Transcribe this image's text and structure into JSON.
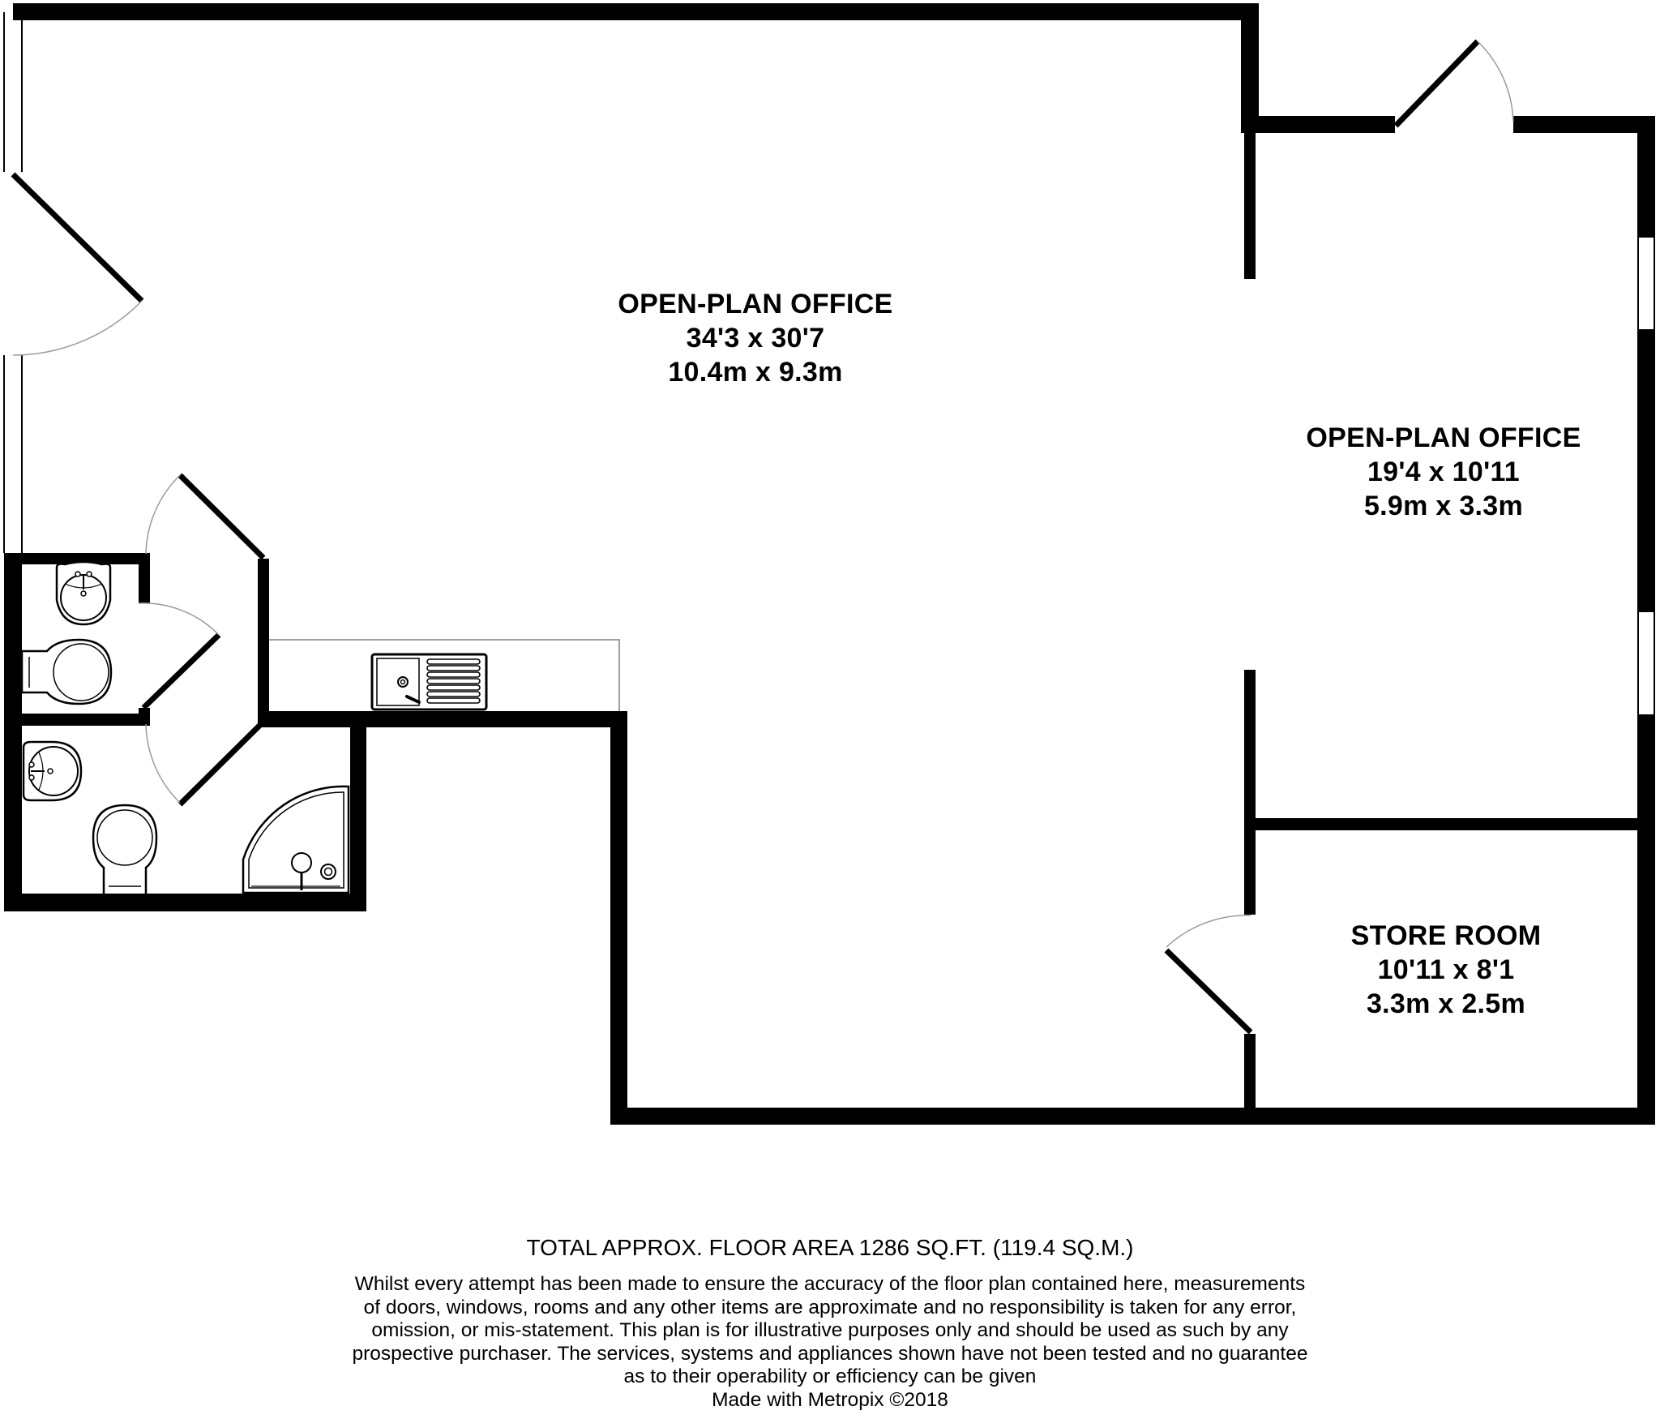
{
  "plan": {
    "title": "Floor plan",
    "colors": {
      "wall": "#000000",
      "background": "#ffffff",
      "door_arc": "#9a9a9a",
      "counter_line": "#a0a0a0"
    }
  },
  "rooms": [
    {
      "id": "open-plan-office-main",
      "name": "OPEN-PLAN OFFICE",
      "imperial": "34'3 x 30'7",
      "metric": "10.4m x 9.3m"
    },
    {
      "id": "open-plan-office-east",
      "name": "OPEN-PLAN OFFICE",
      "imperial": "19'4 x 10'11",
      "metric": "5.9m x 3.3m"
    },
    {
      "id": "store-room",
      "name": "STORE ROOM",
      "imperial": "10'11 x 8'1",
      "metric": "3.3m x 2.5m"
    }
  ],
  "fixtures": [
    {
      "type": "wc-basin",
      "room": "wc-1"
    },
    {
      "type": "wc-toilet",
      "room": "wc-1"
    },
    {
      "type": "wc-basin",
      "room": "shower-room"
    },
    {
      "type": "wc-toilet",
      "room": "shower-room"
    },
    {
      "type": "shower-tray",
      "room": "shower-room"
    },
    {
      "type": "kitchen-sink-drainer",
      "room": "open-plan-office-main"
    }
  ],
  "footer": {
    "total_area": "TOTAL APPROX. FLOOR AREA 1286 SQ.FT. (119.4 SQ.M.)",
    "disclaimer_lines": [
      "Whilst every attempt has been made to ensure the accuracy of the floor plan contained here, measurements",
      "of doors, windows, rooms and any other items are approximate and no responsibility is taken for any error,",
      "omission, or mis-statement. This plan is for illustrative purposes only and should be used as such by any",
      "prospective purchaser. The services, systems and appliances shown have not been tested and no guarantee",
      "as to their operability or efficiency can be given"
    ],
    "credit": "Made with Metropix ©2018"
  }
}
